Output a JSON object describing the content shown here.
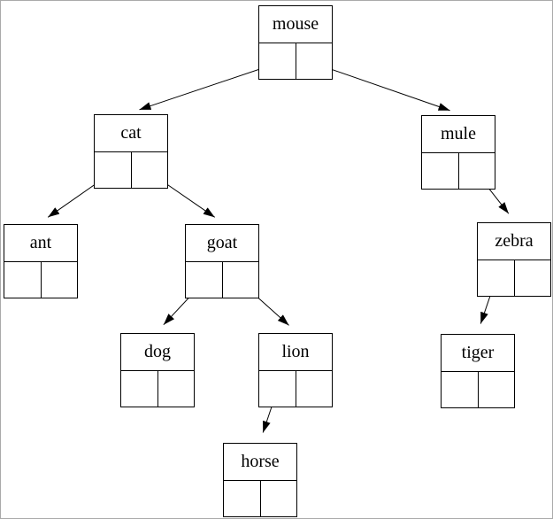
{
  "diagram": {
    "type": "binary-tree-of-linked-nodes",
    "node_count": 10
  },
  "nodes": [
    {
      "id": "mouse",
      "label": "mouse"
    },
    {
      "id": "cat",
      "label": "cat"
    },
    {
      "id": "mule",
      "label": "mule"
    },
    {
      "id": "ant",
      "label": "ant"
    },
    {
      "id": "goat",
      "label": "goat"
    },
    {
      "id": "zebra",
      "label": "zebra"
    },
    {
      "id": "dog",
      "label": "dog"
    },
    {
      "id": "lion",
      "label": "lion"
    },
    {
      "id": "tiger",
      "label": "tiger"
    },
    {
      "id": "horse",
      "label": "horse"
    }
  ],
  "edges": [
    {
      "from": "mouse",
      "side": "left",
      "to": "cat"
    },
    {
      "from": "mouse",
      "side": "right",
      "to": "mule"
    },
    {
      "from": "cat",
      "side": "left",
      "to": "ant"
    },
    {
      "from": "cat",
      "side": "right",
      "to": "goat"
    },
    {
      "from": "mule",
      "side": "right",
      "to": "zebra"
    },
    {
      "from": "goat",
      "side": "left",
      "to": "dog"
    },
    {
      "from": "goat",
      "side": "right",
      "to": "lion"
    },
    {
      "from": "zebra",
      "side": "left",
      "to": "tiger"
    },
    {
      "from": "lion",
      "side": "left",
      "to": "horse"
    }
  ],
  "colors": {
    "line": "#000000",
    "box_border": "#000000",
    "background": "#ffffff",
    "page_border": "#aaaaaa"
  }
}
